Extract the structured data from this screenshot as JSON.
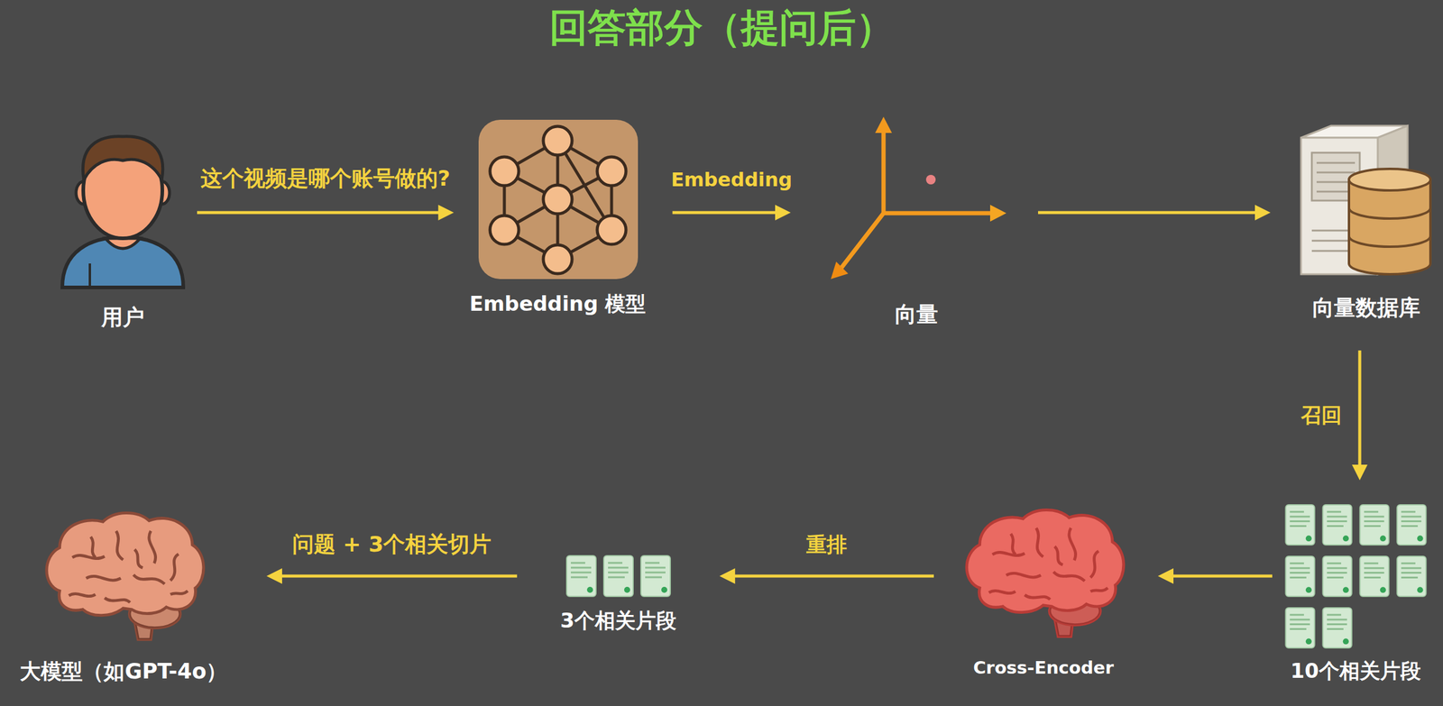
{
  "diagram": {
    "title": "回答部分（提问后）",
    "nodes": [
      {
        "text": [
          "用户"
        ]
      },
      {
        "text": [
          "Embedding 模型"
        ]
      },
      {
        "text": [
          "向量"
        ]
      },
      {
        "text": [
          "向量数据库"
        ]
      },
      {
        "text": [
          "10个相关片段"
        ]
      },
      {
        "text": [
          "Cross-Encoder"
        ]
      },
      {
        "text": [
          "3个相关片段"
        ]
      },
      {
        "text": [
          "大模型（如GPT-4o）"
        ]
      }
    ],
    "edges": [
      {
        "from": 0,
        "to": 1,
        "label": "这个视频是哪个账号做的?",
        "arrow": "to"
      },
      {
        "from": 1,
        "to": 2,
        "label": "Embedding",
        "arrow": "to"
      },
      {
        "from": 2,
        "to": 3,
        "arrow": "to"
      },
      {
        "from": 3,
        "to": 4,
        "label": "召回",
        "arrow": "to"
      },
      {
        "from": 4,
        "to": 5,
        "arrow": "to"
      },
      {
        "from": 5,
        "to": 6,
        "label": "重排",
        "arrow": "to"
      },
      {
        "from": 6,
        "to": 7,
        "label": "问题 + 3个相关切片",
        "arrow": "to"
      }
    ]
  }
}
